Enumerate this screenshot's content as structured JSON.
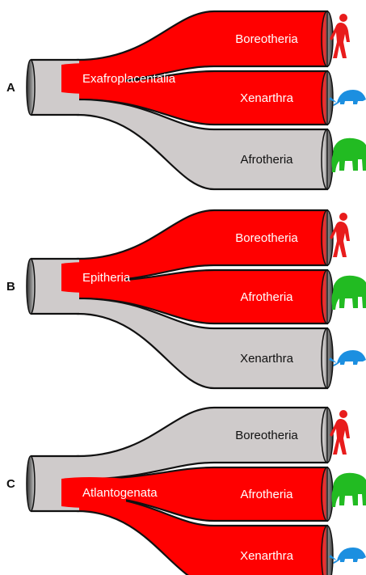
{
  "colors": {
    "highlight": "#ff0000",
    "base": "#cfcbcb",
    "outline": "#111111",
    "rim_dark": "#3a3a3a",
    "rim_light": "#9a9a9a",
    "human": "#e81c1c",
    "elephant": "#22bb22",
    "armadillo": "#1c8fe0"
  },
  "panels": [
    {
      "letter": "A",
      "group_label": "Exafroplacentalia",
      "tips": [
        {
          "label": "Boreotheria",
          "icon": "human-icon",
          "highlighted": true
        },
        {
          "label": "Xenarthra",
          "icon": "armadillo-icon",
          "highlighted": true
        },
        {
          "label": "Afrotheria",
          "icon": "elephant-icon",
          "highlighted": false
        }
      ]
    },
    {
      "letter": "B",
      "group_label": "Epitheria",
      "tips": [
        {
          "label": "Boreotheria",
          "icon": "human-icon",
          "highlighted": true
        },
        {
          "label": "Afrotheria",
          "icon": "elephant-icon",
          "highlighted": true
        },
        {
          "label": "Xenarthra",
          "icon": "armadillo-icon",
          "highlighted": false
        }
      ]
    },
    {
      "letter": "C",
      "group_label": "Atlantogenata",
      "tips": [
        {
          "label": "Boreotheria",
          "icon": "human-icon",
          "highlighted": false
        },
        {
          "label": "Afrotheria",
          "icon": "elephant-icon",
          "highlighted": true
        },
        {
          "label": "Xenarthra",
          "icon": "armadillo-icon",
          "highlighted": true
        }
      ]
    }
  ]
}
